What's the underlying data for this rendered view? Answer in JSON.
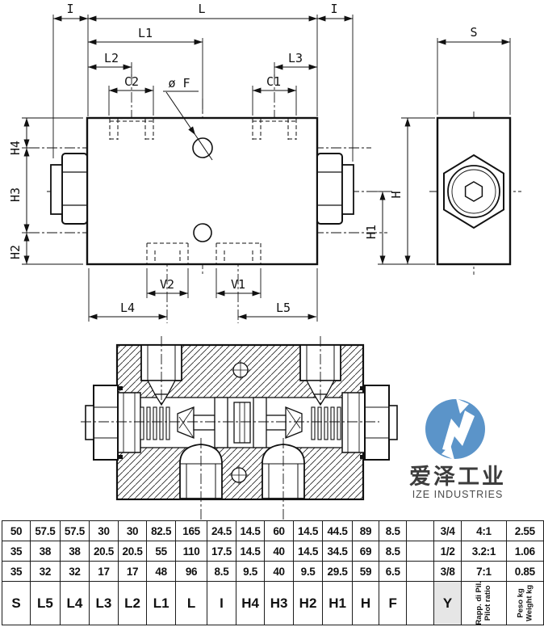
{
  "front_view": {
    "labels": {
      "i_left": "I",
      "l": "L",
      "i_right": "I",
      "l1": "L1",
      "l2": "L2",
      "l3": "L3",
      "c2": "C2",
      "c1": "C1",
      "f": "ø F",
      "h4": "H4",
      "h3": "H3",
      "h2": "H2",
      "v2": "V2",
      "v1": "V1",
      "l4": "L4",
      "l5": "L5"
    }
  },
  "side_view": {
    "labels": {
      "s": "S",
      "h": "H",
      "h1": "H1"
    }
  },
  "watermark": {
    "name_cn": "爱泽工业",
    "name_en": "IZE INDUSTRIES",
    "color": "#5b94c9"
  },
  "table": {
    "headers": [
      "S",
      "L5",
      "L4",
      "L3",
      "L2",
      "L1",
      "L",
      "I",
      "H4",
      "H3",
      "H2",
      "H1",
      "H",
      "F",
      "",
      "Y"
    ],
    "pilot_header": {
      "line1": "Rapp. di Pil.",
      "line2": "Pilot ratio"
    },
    "weight_header": {
      "line1": "Peso kg",
      "line2": "Weight kg"
    },
    "rows": [
      [
        "50",
        "57.5",
        "57.5",
        "30",
        "30",
        "82.5",
        "165",
        "24.5",
        "14.5",
        "60",
        "14.5",
        "44.5",
        "89",
        "8.5",
        "",
        "3/4",
        "4:1",
        "2.55"
      ],
      [
        "35",
        "38",
        "38",
        "20.5",
        "20.5",
        "55",
        "110",
        "17.5",
        "14.5",
        "40",
        "14.5",
        "34.5",
        "69",
        "8.5",
        "",
        "1/2",
        "3.2:1",
        "1.06"
      ],
      [
        "35",
        "32",
        "32",
        "17",
        "17",
        "48",
        "96",
        "8.5",
        "9.5",
        "40",
        "9.5",
        "29.5",
        "59",
        "6.5",
        "",
        "3/8",
        "7:1",
        "0.85"
      ]
    ]
  }
}
